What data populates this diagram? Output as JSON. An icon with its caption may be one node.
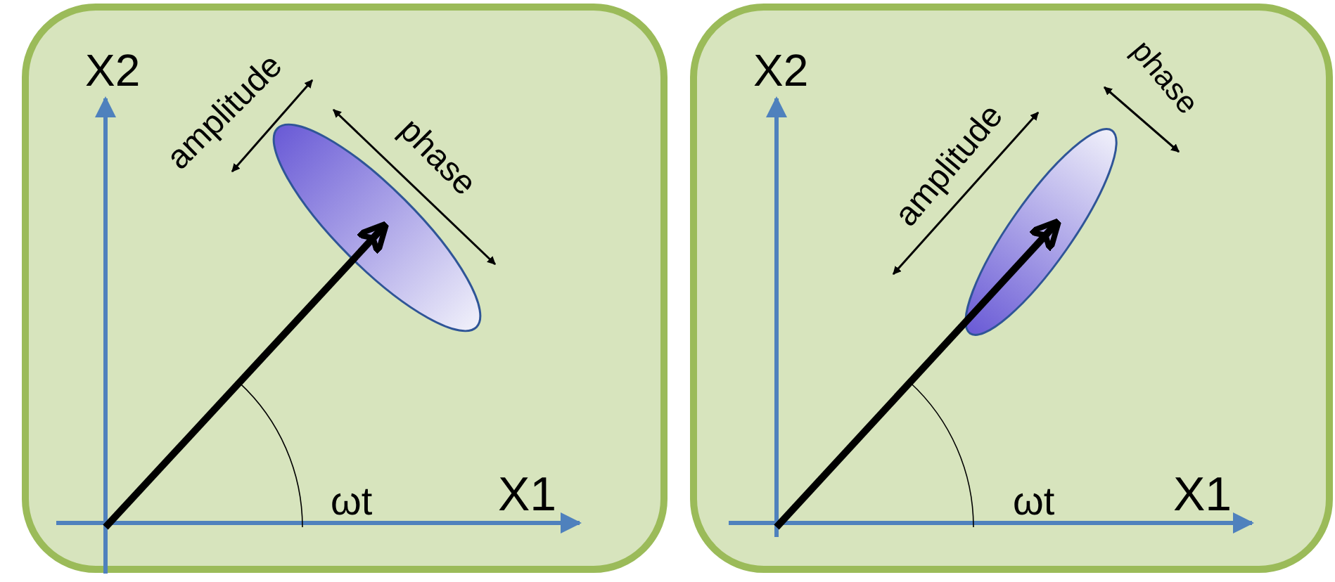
{
  "diagram": {
    "nodes": [
      {
        "text": [],
        "shape": "ellipse"
      },
      {
        "text": [],
        "shape": "ellipse"
      }
    ],
    "labels": [
      "X2",
      "amplitude",
      "phase",
      "ωt",
      "X1",
      "X2",
      "amplitude",
      "phase",
      "ωt",
      "X1"
    ]
  }
}
